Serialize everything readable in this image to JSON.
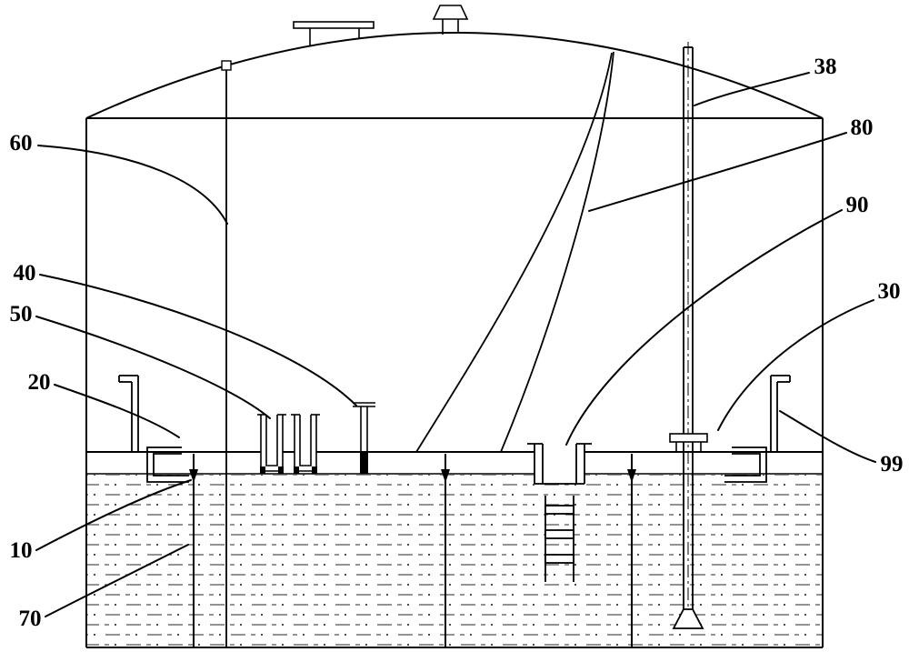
{
  "canvas": {
    "background": "#ffffff",
    "line_color": "#000000"
  },
  "labels": {
    "n10": "10",
    "n20": "20",
    "n30": "30",
    "n38": "38",
    "n40": "40",
    "n50": "50",
    "n60": "60",
    "n70": "70",
    "n80": "80",
    "n90": "90",
    "n99": "99"
  }
}
